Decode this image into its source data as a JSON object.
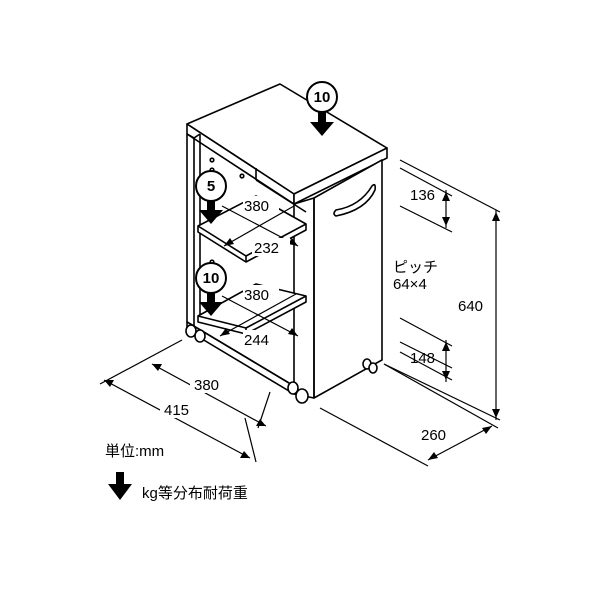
{
  "dimensions": {
    "inner_width_shelf_top": "380",
    "inner_depth_shelf_top": "232",
    "inner_width_shelf_bottom": "380",
    "inner_depth_bottom": "244",
    "inner_width_base": "380",
    "outer_width": "415",
    "height_top_gap": "136",
    "height_bottom_gap": "148",
    "total_height": "640",
    "depth": "260",
    "pitch_label": "ピッチ",
    "pitch_value": "64×4"
  },
  "load_capacity": {
    "top": "10",
    "shelf": "5",
    "bottom": "10"
  },
  "legend": {
    "unit": "単位:mm",
    "load_note": "kg等分布耐荷重"
  }
}
